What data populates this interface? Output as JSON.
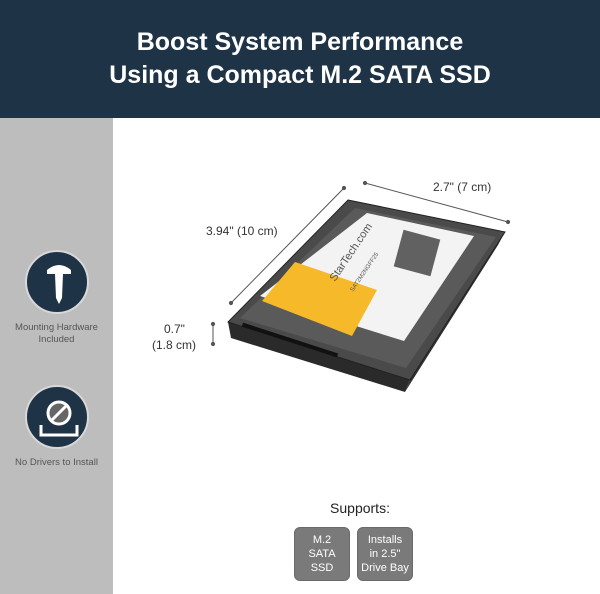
{
  "header": {
    "line1": "Boost System Performance",
    "line2": "Using a Compact M.2 SATA SSD"
  },
  "features": [
    {
      "icon": "screw-icon",
      "label_line1": "Mounting Hardware",
      "label_line2": "Included"
    },
    {
      "icon": "no-drivers-icon",
      "label": "No Drivers to Install"
    }
  ],
  "dimensions": {
    "length": "3.94\" (10 cm)",
    "width": "2.7\" (7 cm)",
    "height_line1": "0.7\"",
    "height_line2": "(1.8 cm)"
  },
  "product_label": {
    "brand": "StarTech.com",
    "model": "SAT2M2NGFF25"
  },
  "supports": {
    "title": "Supports:",
    "items": [
      {
        "line1": "M.2",
        "line2": "SATA",
        "line3": "SSD"
      },
      {
        "line1": "Installs",
        "line2": "in 2.5\"",
        "line3": "Drive Bay"
      }
    ]
  },
  "colors": {
    "header": "#1f3346",
    "sidebar": "#bebdbd",
    "label_yellow": "#f6b92a",
    "badge": "#7a7a7a"
  }
}
